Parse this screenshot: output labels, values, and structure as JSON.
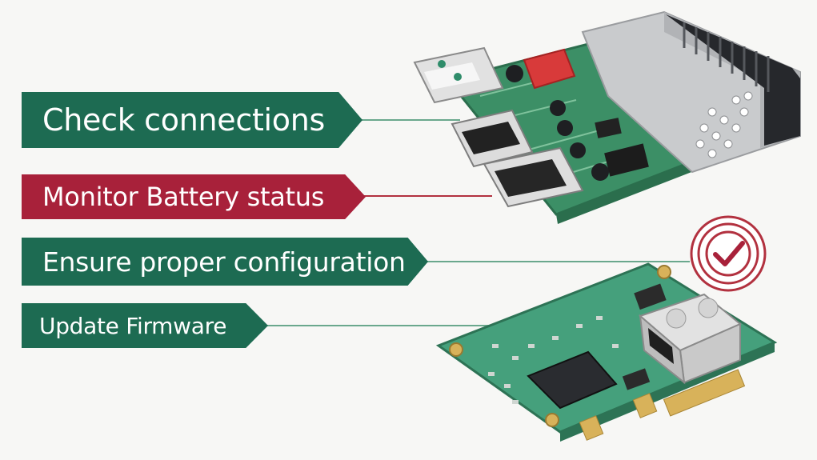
{
  "steps": [
    {
      "label": "Check connections"
    },
    {
      "label": "Monitor Battery status"
    },
    {
      "label": "Ensure proper configuration"
    },
    {
      "label": "Update Firmware"
    }
  ],
  "colors": {
    "green": "#1d6b52",
    "red": "#a8213a",
    "connector_green": "#5fa98a",
    "connector_red": "#b2313f",
    "pcb_green": "#3c8f66"
  },
  "icons": [
    "usb-adapter-device-image",
    "expansion-board-image",
    "checkmark-badge-icon"
  ]
}
